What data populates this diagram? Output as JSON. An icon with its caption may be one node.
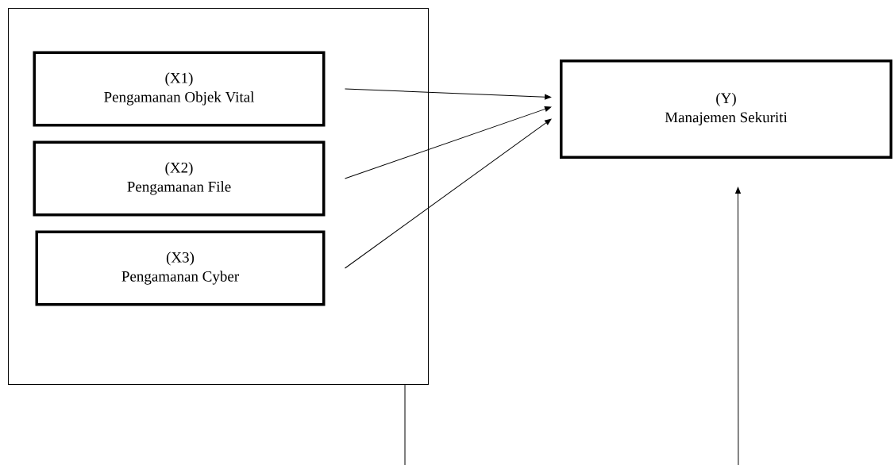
{
  "diagram": {
    "nodes": [
      {
        "text": [],
        "shape": "box"
      },
      {
        "text": [
          "(X1)",
          "Pengamanan Objek Vital"
        ],
        "in": 0
      },
      {
        "text": [
          "(X2)",
          "Pengamanan File"
        ],
        "in": 0
      },
      {
        "text": [
          "(X3)",
          "Pengamanan Cyber"
        ],
        "in": 0
      },
      {
        "text": [
          "(Y)",
          "Manajemen Sekuriti"
        ]
      }
    ],
    "edges": [
      {
        "from": 1,
        "to": 4,
        "arrow": "to"
      },
      {
        "from": 2,
        "to": 4,
        "arrow": "to"
      },
      {
        "from": 3,
        "to": 4,
        "arrow": "to"
      },
      {
        "from": 0,
        "to": 4,
        "arrow": "to"
      }
    ]
  }
}
